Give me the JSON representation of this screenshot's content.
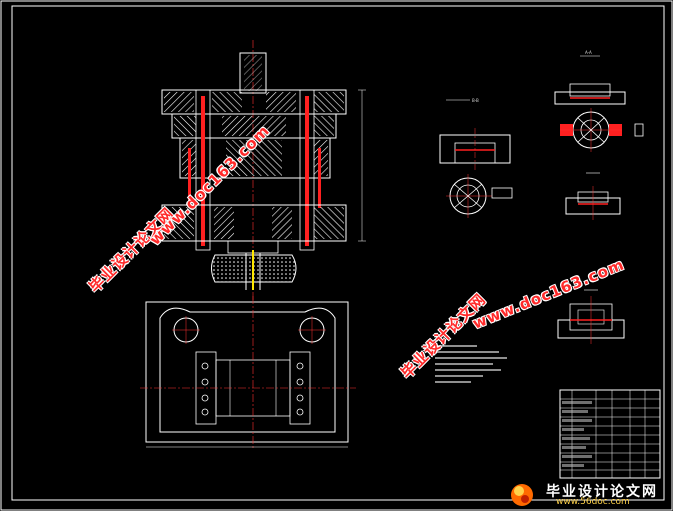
{
  "watermarks": [
    {
      "name": "watermark-cn-1",
      "text": "毕业设计论文网"
    },
    {
      "name": "watermark-url-1",
      "text": "www.doc163.com"
    },
    {
      "name": "watermark-cn-2",
      "text": "毕业设计论文网"
    },
    {
      "name": "watermark-url-2",
      "text": "www.doc163.com"
    }
  ],
  "footer": {
    "title": "毕业设计论文网",
    "url": "www.56doc.com"
  },
  "colors": {
    "background": "#000000",
    "frame": "#ffffff",
    "hatch": "#ffffff",
    "part_red": "#ff2020",
    "centerline": "#ff3030",
    "fill_yellow": "#ffe800",
    "watermark": "#ff2a2a"
  }
}
